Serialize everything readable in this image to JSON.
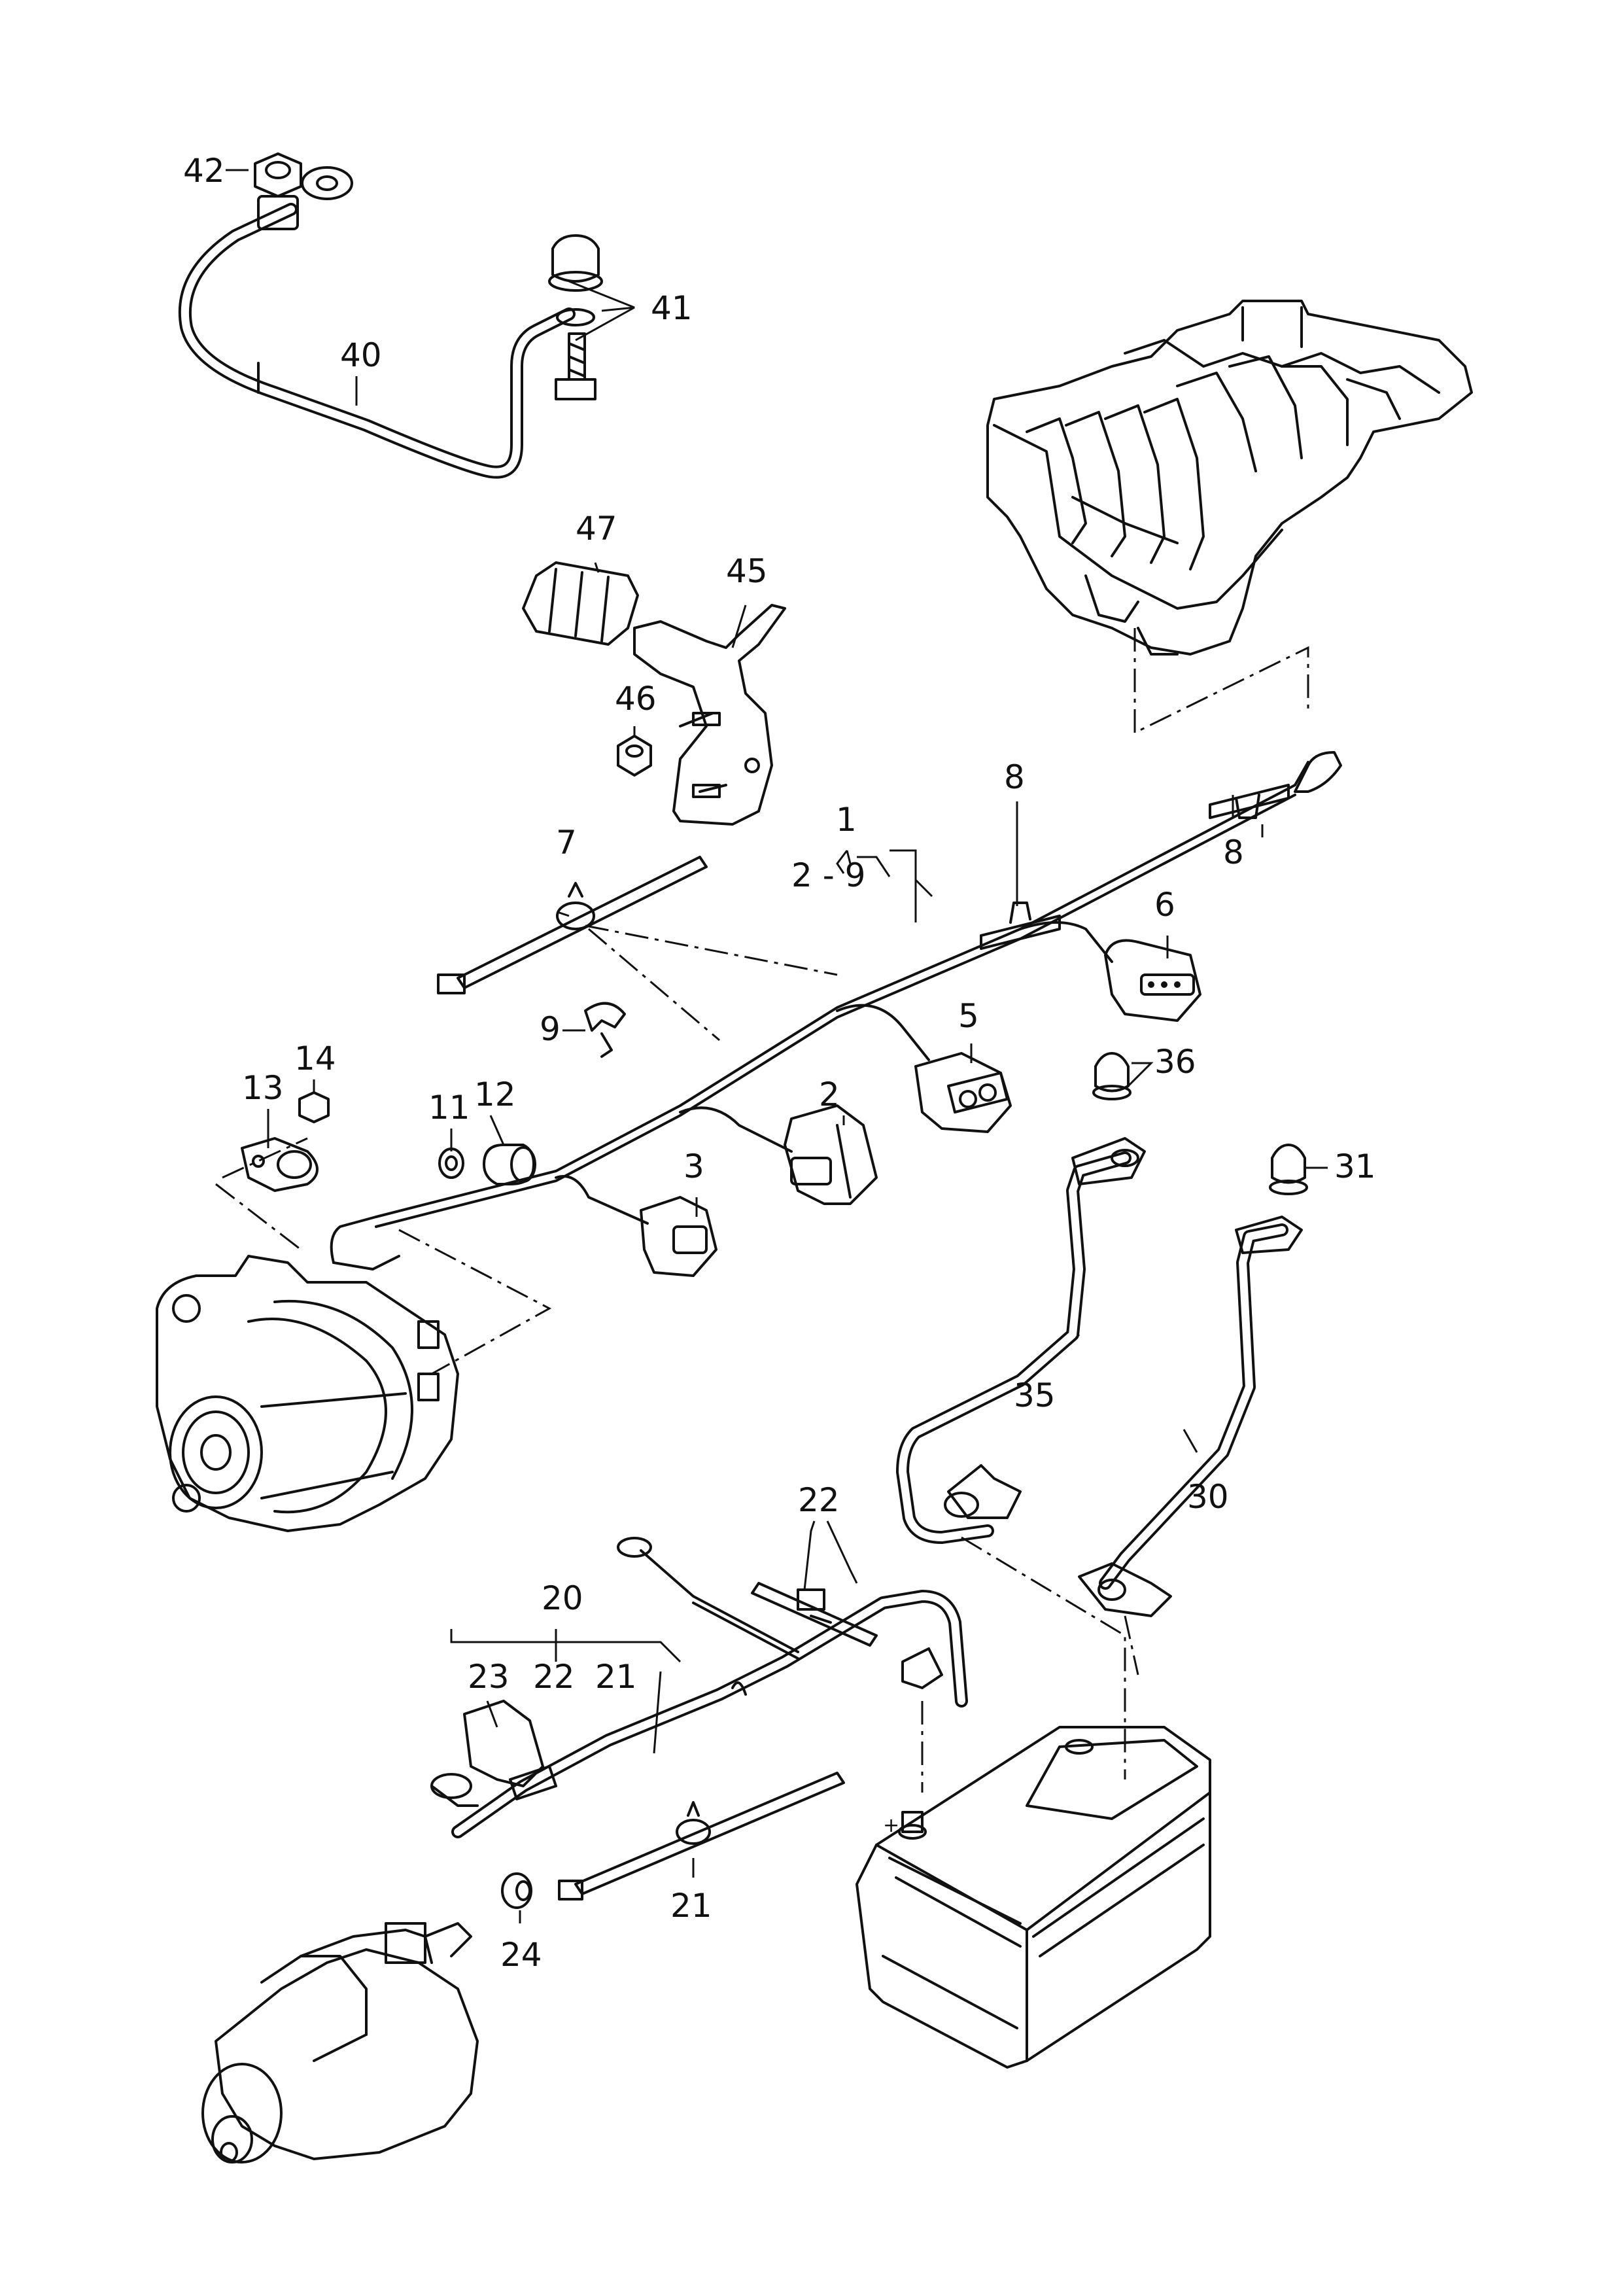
{
  "callouts": {
    "c1": "1",
    "c1_range": "2 - 9",
    "c2": "2",
    "c3": "3",
    "c5": "5",
    "c6": "6",
    "c7": "7",
    "c8a": "8",
    "c8b": "8",
    "c9": "9",
    "c11": "11",
    "c12": "12",
    "c13": "13",
    "c14": "14",
    "c20": "20",
    "c20_23": "23",
    "c20_22": "22",
    "c20_21": "21",
    "c21": "21",
    "c22": "22",
    "c24": "24",
    "c30": "30",
    "c31": "31",
    "c35": "35",
    "c36": "36",
    "c40": "40",
    "c41": "41",
    "c42": "42",
    "c45": "45",
    "c46": "46",
    "c47": "47"
  },
  "colors": {
    "ink": "#111111",
    "paper": "#ffffff"
  }
}
